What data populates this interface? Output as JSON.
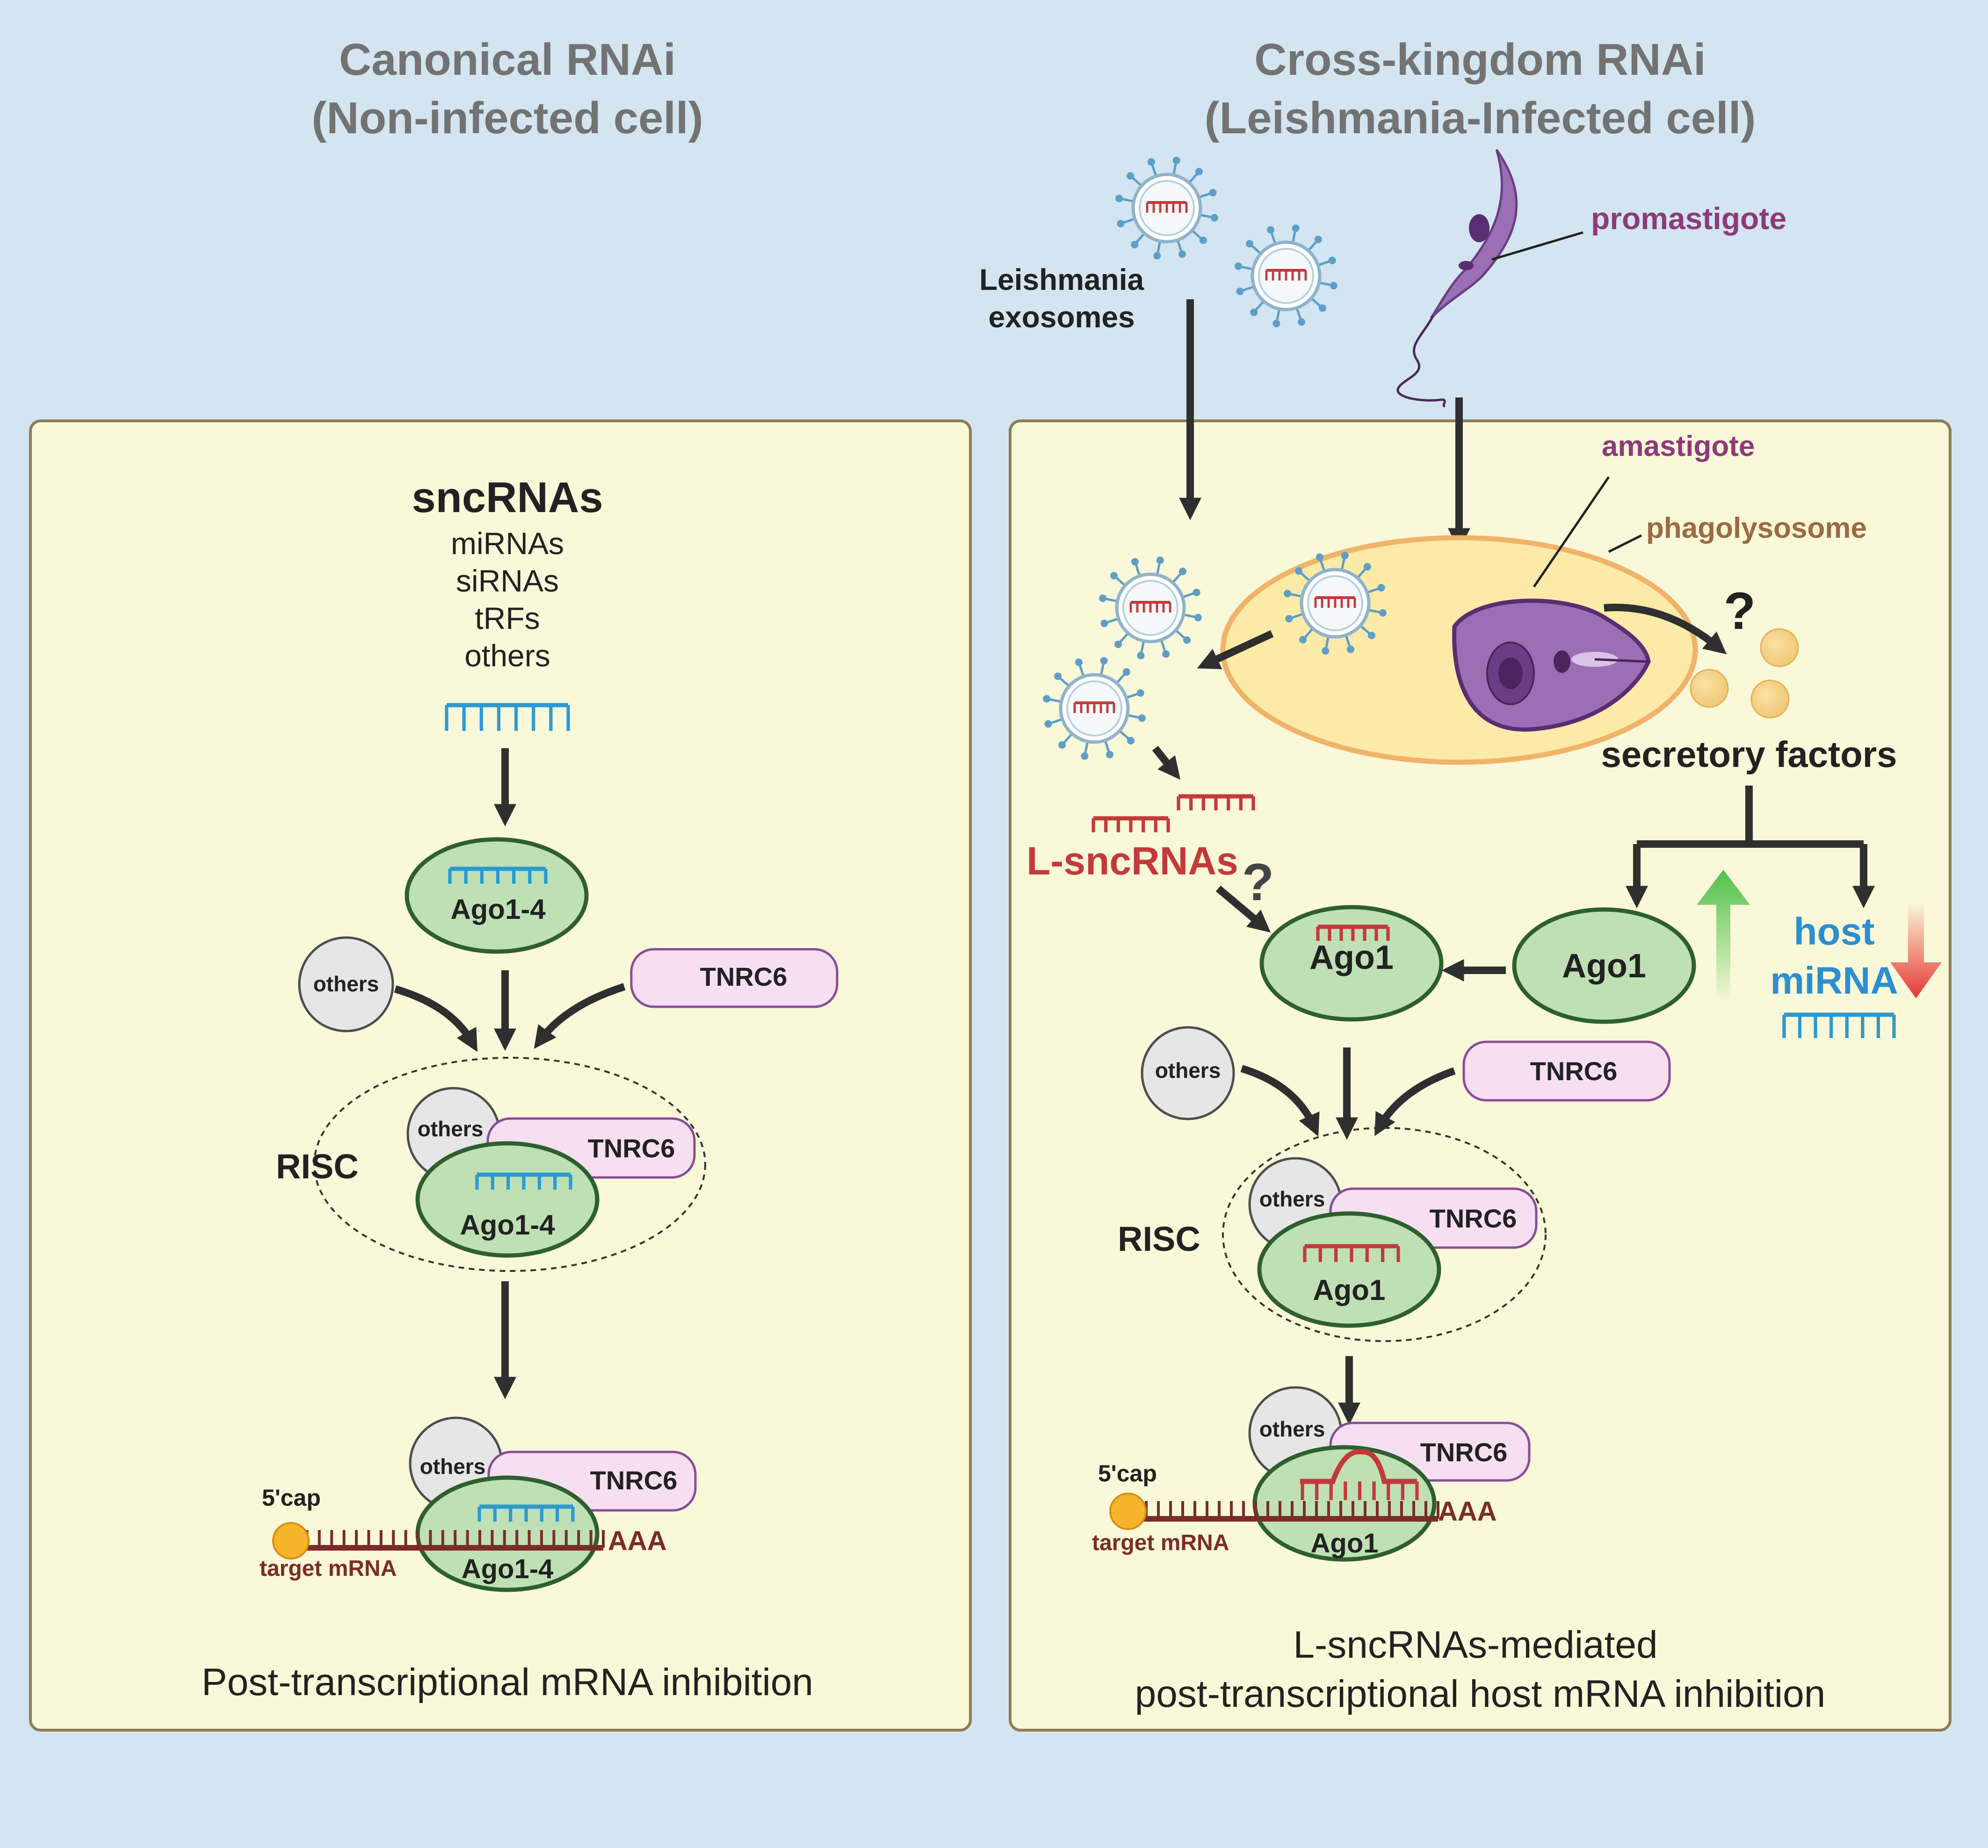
{
  "colors": {
    "background": "#d3e5f1",
    "panel": "#f9f8d8",
    "ago": "#bfe0b4",
    "host_rna": "#2b9ad2",
    "leish_rna": "#c33a3a",
    "parasite": "#9b6fb4",
    "mrna": "#7a2c2c"
  },
  "left": {
    "heading_line1": "Canonical RNAi",
    "heading_line2": "(Non-infected cell)",
    "sncrnas": "sncRNAs",
    "types": [
      "miRNAs",
      "siRNAs",
      "tRFs",
      "others"
    ],
    "ago": "Ago1-4",
    "others": "others",
    "tnrc6": "TNRC6",
    "risc": "RISC",
    "cap": "5'cap",
    "target": "target mRNA",
    "polya": "AAA",
    "caption": "Post-transcriptional mRNA inhibition"
  },
  "right": {
    "heading_line1": "Cross-kingdom RNAi",
    "heading_line2": "(Leishmania-Infected cell)",
    "exosomes_line1": "Leishmania",
    "exosomes_line2": "exosomes",
    "promastigote": "promastigote",
    "amastigote": "amastigote",
    "phagolysosome": "phagolysosome",
    "question": "?",
    "secretory": "secretory factors",
    "lsncrnas": "L-sncRNAs",
    "ago": "Ago1",
    "host_line1": "host",
    "host_line2": "miRNA",
    "others": "others",
    "tnrc6": "TNRC6",
    "risc": "RISC",
    "cap": "5'cap",
    "target": "target mRNA",
    "polya": "AAA",
    "caption_line1": "L-sncRNAs-mediated",
    "caption_line2": "post-transcriptional host mRNA inhibition"
  }
}
